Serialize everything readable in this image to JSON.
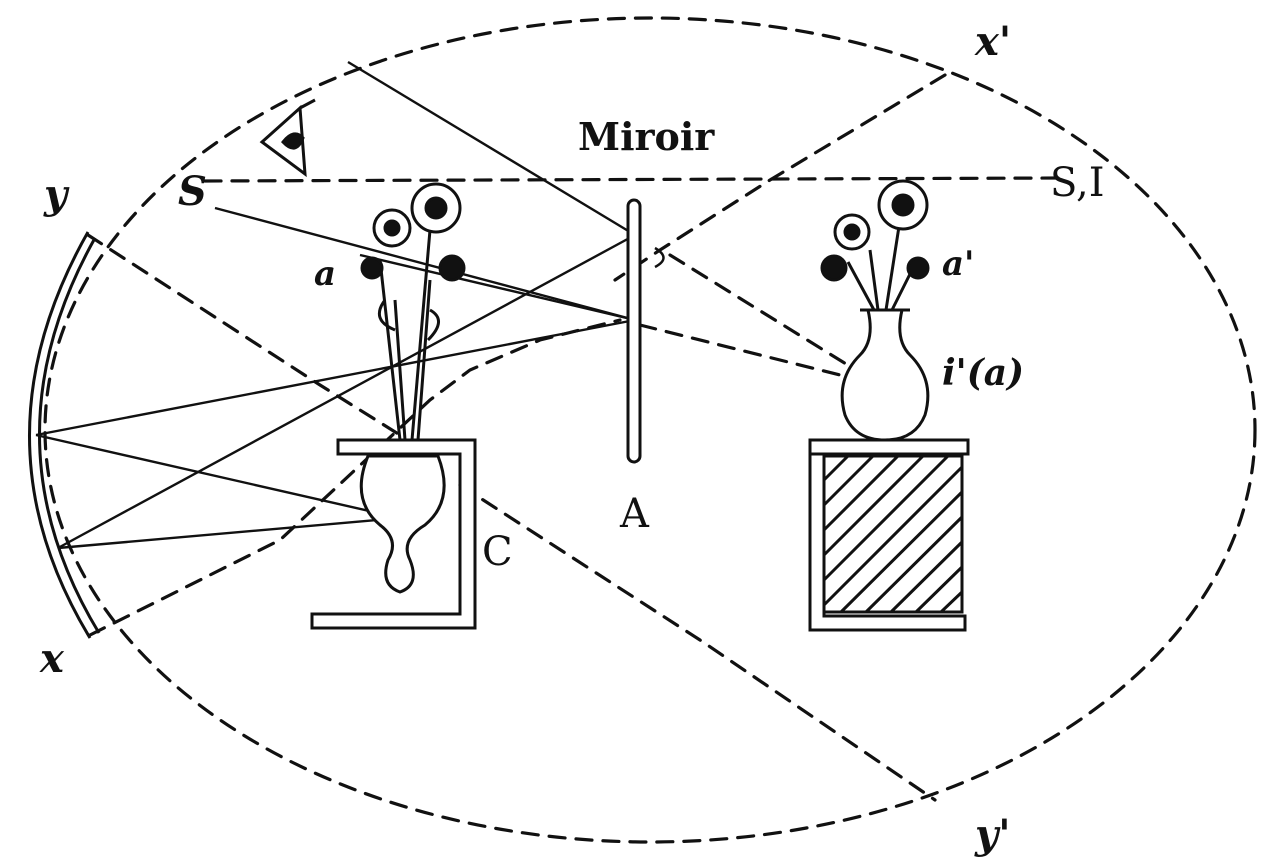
{
  "diagram": {
    "labels": {
      "miroir": "Miroir",
      "s_i": "S,I",
      "a_obj": "a",
      "a_img": "a'",
      "i_a": "i'(a)",
      "A": "A",
      "C": "C",
      "x": "x",
      "y": "y",
      "x_prime": "x'",
      "y_prime": "y'",
      "S": "S"
    },
    "colors": {
      "ink": "#111111",
      "paper": "#ffffff"
    },
    "icons": [
      "eye-icon",
      "bouquet-icon",
      "vase-icon",
      "stand-icon"
    ]
  }
}
